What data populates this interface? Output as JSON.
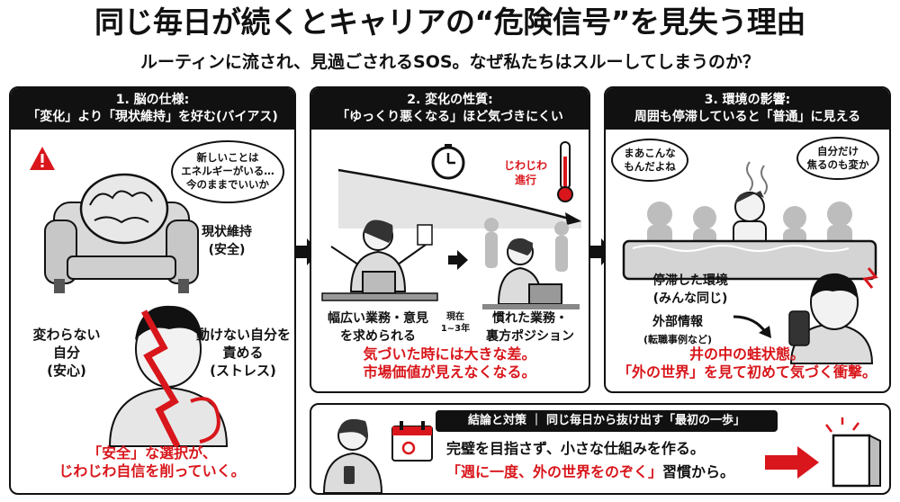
{
  "header": {
    "title": "同じ毎日が続くとキャリアの“危険信号”を見失う理由",
    "subtitle": "ルーティンに流され、見過ごされるSOS。なぜ私たちはスルーしてしまうのか？"
  },
  "panel1": {
    "heading": "1. 脳の仕様:",
    "subheading": "「変化」より「現状維持」を好む(バイアス)",
    "thought": [
      "新しいことは",
      "エネルギーがいる…",
      "今のままでいいか"
    ],
    "status_quo": "現状維持",
    "status_quo_sub": "(安全)",
    "unchanging": "変わらない",
    "unchanging2": "自分",
    "unchanging_sub": "(安心)",
    "blame": "動けない自分を",
    "blame2": "責める",
    "blame_sub": "(ストレス)",
    "conclusion1": "「安全」な選択が、",
    "conclusion2": "じわじわ自信を削っていく。"
  },
  "panel2": {
    "heading": "2. 変化の性質:",
    "subheading": "「ゆっくり悪くなる」ほど気づきにくい",
    "gradual": "じわじわ",
    "progress": "進行",
    "left1": "幅広い業務・意見",
    "left2": "を求められる",
    "now": "現在",
    "years": "1~3年",
    "right1": "慣れた業務・",
    "right2": "裏方ポジション",
    "conclusion1": "気づいた時には大きな差。",
    "conclusion2": "市場価値が見えなくなる。"
  },
  "panel3": {
    "heading": "3. 環境の影響:",
    "subheading": "周囲も停滞していると「普通」に見える",
    "bubble_left": [
      "まあこんな",
      "もんだよね"
    ],
    "bubble_right": [
      "自分だけ",
      "焦るのも変か"
    ],
    "stagnant": "停滞した環境",
    "stagnant_sub": "(みんな同じ)",
    "external": "外部情報",
    "external_sub": "(転職事例など)",
    "conclusion1": "井の中の蛙状態。",
    "conclusion2": "「外の世界」を見て初めて気づく衝撃。"
  },
  "bottom": {
    "heading": "結論と対策 ｜ 同じ毎日から抜け出す「最初の一歩」",
    "line1": "完璧を目指さず、小さな仕組みを作る。",
    "line2_red": "「週に一度、外の世界をのぞく」",
    "line2_black": "習慣から。"
  },
  "colors": {
    "accent": "#d8161b",
    "ink": "#111111",
    "gray": "#bdbdbd"
  }
}
